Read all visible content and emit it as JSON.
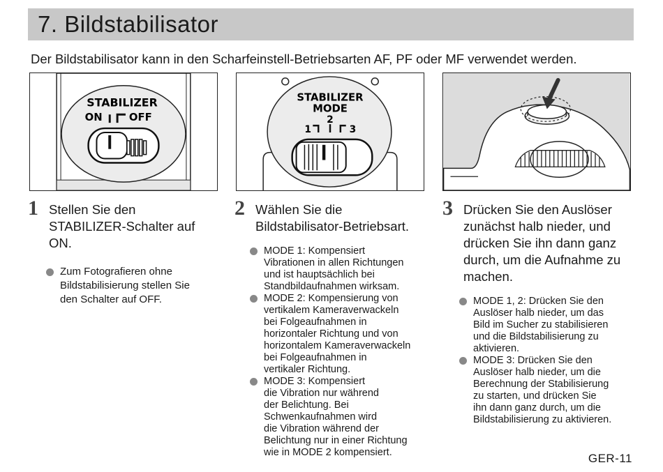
{
  "header": {
    "title": "7. Bildstabilisator"
  },
  "intro": "Der Bildstabilisator kann in den Scharfeinstell-Betriebsarten AF, PF oder MF verwendet werden.",
  "figures": {
    "fig1": {
      "label_title": "STABILIZER",
      "label_on": "ON",
      "label_off": "OFF"
    },
    "fig2": {
      "label_title": "STABILIZER",
      "label_mode": "MODE",
      "label_1": "1",
      "label_2": "2",
      "label_3": "3"
    }
  },
  "steps": [
    {
      "number": "1",
      "lines": [
        "Stellen Sie den",
        "STABILIZER-Schalter auf",
        "ON."
      ],
      "bullets": [
        {
          "lines": [
            "Zum Fotografieren ohne",
            "Bildstabilisierung stellen Sie",
            "den Schalter auf OFF."
          ]
        }
      ]
    },
    {
      "number": "2",
      "lines": [
        "Wählen Sie die",
        "Bildstabilisator-Betriebsart."
      ],
      "bullets": [
        {
          "lines": [
            "MODE 1: Kompensiert",
            "Vibrationen in allen Richtungen",
            "und ist hauptsächlich bei",
            "Standbildaufnahmen wirksam."
          ]
        },
        {
          "lines": [
            "MODE 2: Kompensierung von",
            "vertikalem Kameraverwackeln",
            "bei Folgeaufnahmen in",
            "horizontaler Richtung und von",
            "horizontalem Kameraverwackeln",
            "bei Folgeaufnahmen in",
            "vertikaler Richtung."
          ]
        },
        {
          "lines": [
            "MODE 3: Kompensiert",
            "die Vibration nur während",
            "der Belichtung. Bei",
            "Schwenkaufnahmen wird",
            "die Vibration während der",
            "Belichtung nur in einer Richtung",
            "wie in MODE 2 kompensiert."
          ]
        }
      ]
    },
    {
      "number": "3",
      "lines": [
        "Drücken Sie den Auslöser",
        "zunächst halb nieder, und",
        "drücken Sie ihn dann ganz",
        "durch, um die Aufnahme zu",
        "machen."
      ],
      "bullets": [
        {
          "lines": [
            "MODE 1, 2: Drücken Sie den",
            "Auslöser halb nieder, um das",
            "Bild im Sucher zu stabilisieren",
            "und die Bildstabilisierung zu",
            "aktivieren."
          ]
        },
        {
          "lines": [
            "MODE 3: Drücken Sie den",
            "Auslöser halb nieder, um die",
            "Berechnung der Stabilisierung",
            "zu starten, und drücken Sie",
            "ihn dann ganz durch, um die",
            "Bildstabilisierung zu aktivieren."
          ]
        }
      ]
    }
  ],
  "page_number": "GER-11"
}
